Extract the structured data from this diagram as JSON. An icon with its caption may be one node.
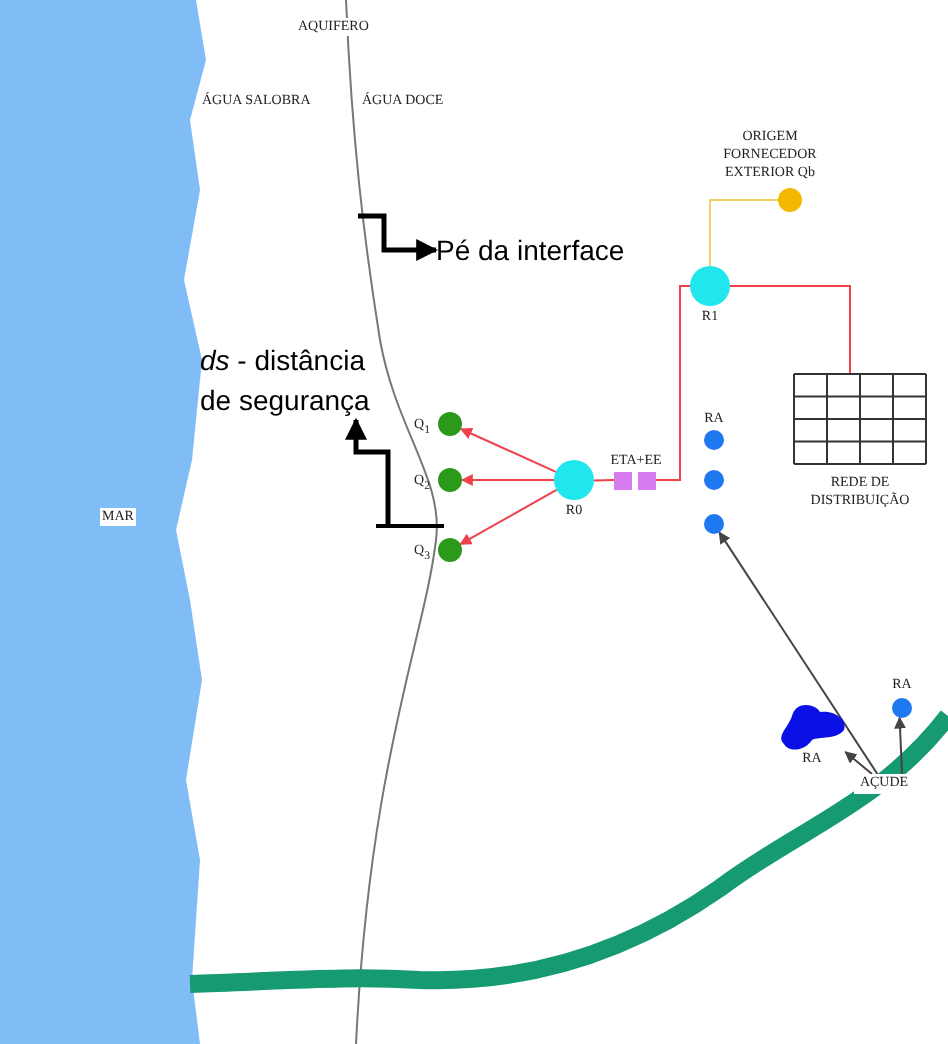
{
  "diagram": {
    "nodes": [
      {
        "text": [
          "Pé da interface"
        ]
      },
      {
        "text": [
          "ORIGEM FORNECEDOR EXTERIOR Qb"
        ]
      },
      {
        "text": [
          "R1"
        ]
      },
      {
        "text": [
          "*ds* - distância de segurança"
        ]
      },
      {
        "text": [
          "REDE DE DISTRIBUIÇÃO"
        ]
      },
      {
        "text": [
          "Q$_{1}$"
        ]
      },
      {
        "text": [
          "RA"
        ]
      },
      {
        "text": [
          "ETA+EE"
        ]
      },
      {
        "text": [
          "Q$_{2}$"
        ]
      },
      {
        "text": [
          "R0"
        ]
      },
      {
        "text": [],
        "shape": "circle"
      },
      {
        "text": [
          "Q$_{3}$"
        ]
      },
      {
        "text": [],
        "shape": "circle"
      },
      {
        "text": [
          "RA"
        ]
      },
      {
        "text": [
          "RA"
        ]
      },
      {
        "text": [
          "AÇUDE"
        ]
      }
    ],
    "edges": [
      {
        "from": null,
        "to": 0,
        "arrow": "to",
        "style": "thick",
        "color": "#000000"
      },
      {
        "from": null,
        "to": 3,
        "arrow": "to",
        "style": "thick",
        "color": "#000000"
      },
      {
        "from": 9,
        "to": 5,
        "arrow": "to"
      },
      {
        "from": 9,
        "to": 8,
        "arrow": "to"
      },
      {
        "from": 9,
        "to": 11,
        "arrow": "to"
      },
      {
        "from": 9,
        "to": 7,
        "arrow": "none"
      },
      {
        "from": 7,
        "to": 2,
        "arrow": "none"
      },
      {
        "from": 2,
        "to": 4,
        "arrow": "none"
      },
      {
        "from": 1,
        "to": 2,
        "arrow": "none",
        "color": "#f2d060"
      },
      {
        "from": 15,
        "to": 12,
        "arrow": "to",
        "color": "#444444"
      },
      {
        "from": 15,
        "to": 14,
        "arrow": "to",
        "color": "#444444"
      },
      {
        "from": 15,
        "to": 13,
        "arrow": "to",
        "color": "#444444"
      }
    ],
    "labels": [
      "AQUIFERO",
      "ÁGUA SALOBRA",
      "ÁGUA DOCE",
      "MAR"
    ]
  }
}
